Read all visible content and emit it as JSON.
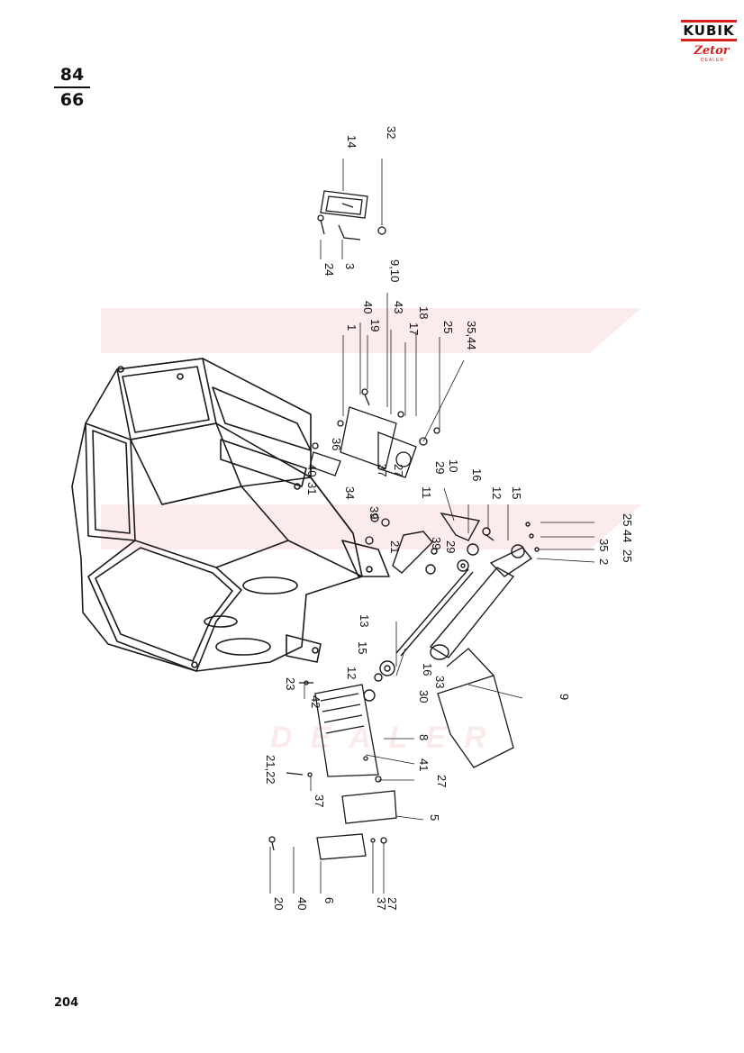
{
  "page": {
    "fraction_top": "84",
    "fraction_bottom": "66",
    "page_number": "204"
  },
  "logo": {
    "brand": "KUBIK",
    "sub_brand": "Zetor",
    "sub_caption": "DEALER"
  },
  "watermark": {
    "text": "DEALER"
  },
  "part_labels": [
    "14",
    "32",
    "24",
    "3",
    "40",
    "9,10",
    "43",
    "18",
    "1",
    "19",
    "17",
    "25",
    "35,44",
    "36",
    "31",
    "40",
    "34",
    "37",
    "27",
    "29",
    "10",
    "39",
    "21",
    "11",
    "16",
    "12",
    "15",
    "25",
    "44",
    "39",
    "29",
    "2",
    "35",
    "25",
    "13",
    "15",
    "16",
    "33",
    "12",
    "30",
    "23",
    "42",
    "9",
    "8",
    "41",
    "27",
    "21,22",
    "37",
    "5",
    "20",
    "40",
    "6",
    "37",
    "27"
  ]
}
